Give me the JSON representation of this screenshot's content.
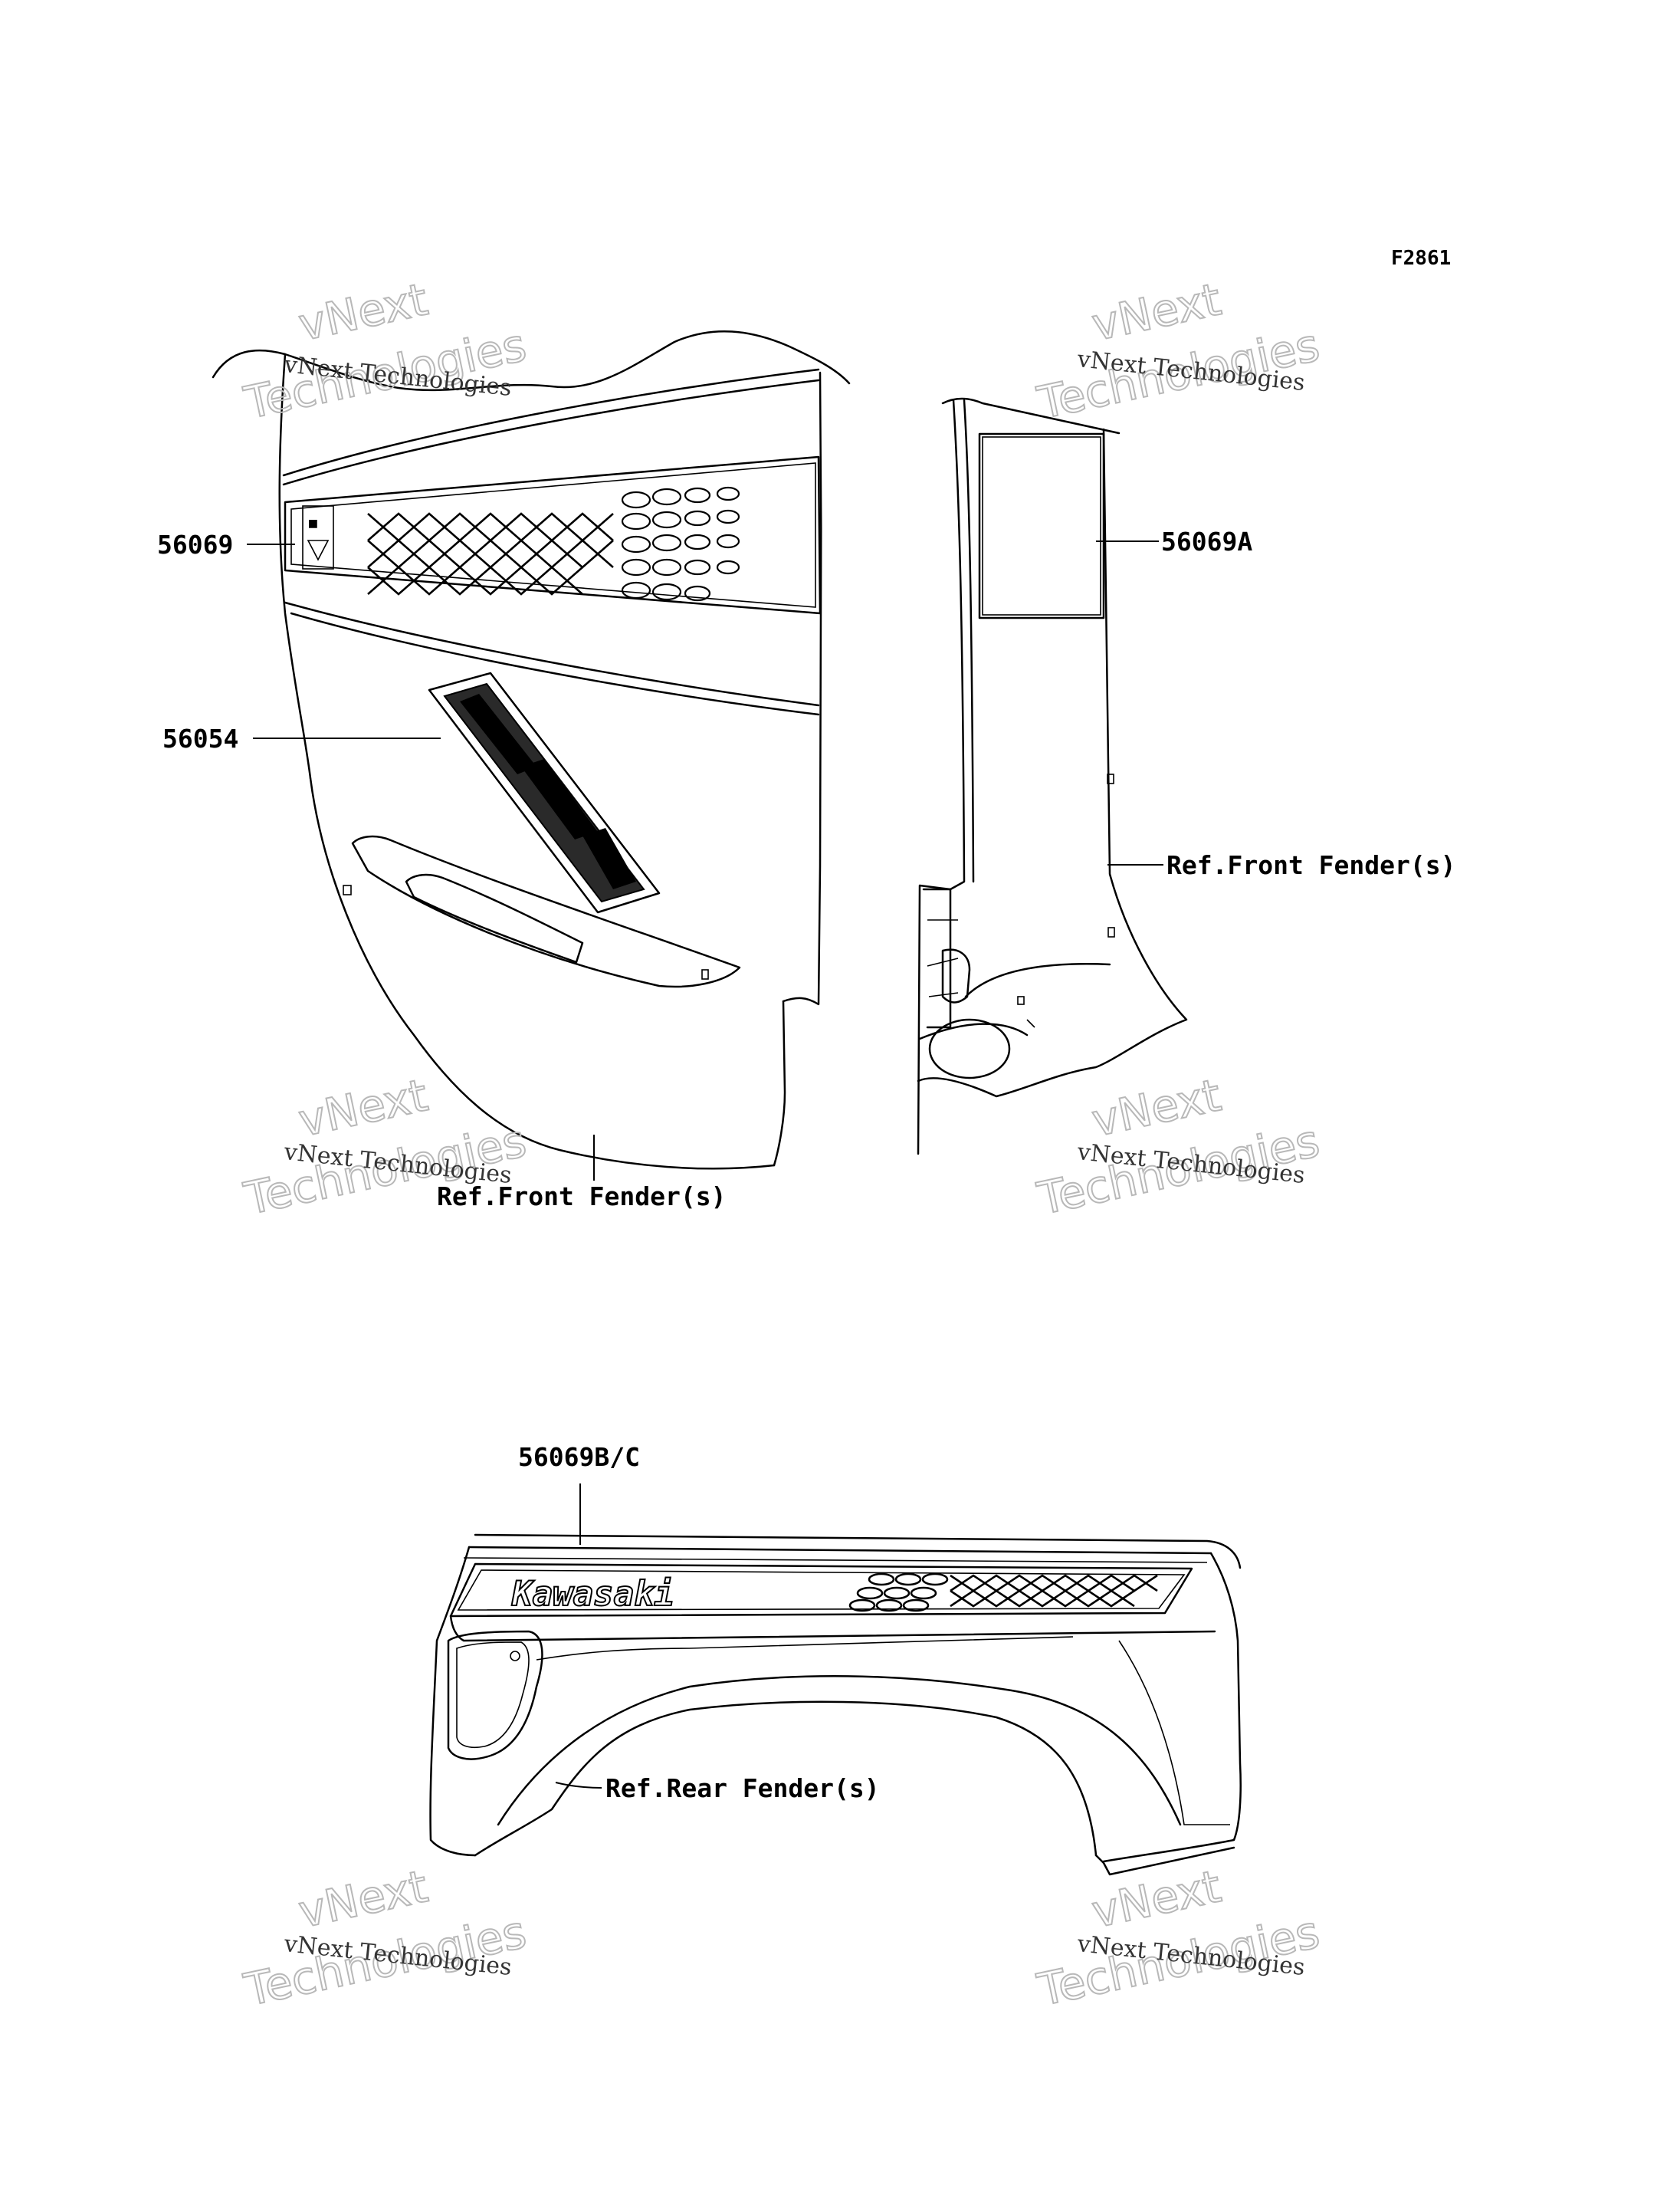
{
  "figure_code": "F2861",
  "callouts": {
    "c_56069": "56069",
    "c_56054": "56054",
    "c_56069A": "56069A",
    "c_56069BC": "56069B/C",
    "ref_front_fender_left": "Ref.Front Fender(s)",
    "ref_front_fender_right": "Ref.Front Fender(s)",
    "ref_rear_fender": "Ref.Rear Fender(s)"
  },
  "decal_text": {
    "brand": "Kawasaki"
  },
  "watermarks": [
    {
      "small": "vNext Technologies",
      "big_top": "vNext",
      "big_bottom": "Technologies"
    },
    {
      "small": "vNext Technologies",
      "big_top": "vNext",
      "big_bottom": "Technologies"
    },
    {
      "small": "vNext Technologies",
      "big_top": "vNext",
      "big_bottom": "Technologies"
    },
    {
      "small": "vNext Technologies",
      "big_top": "vNext",
      "big_bottom": "Technologies"
    },
    {
      "small": "vNext Technologies",
      "big_top": "vNext",
      "big_bottom": "Technologies"
    },
    {
      "small": "vNext Technologies",
      "big_top": "vNext",
      "big_bottom": "Technologies"
    }
  ]
}
